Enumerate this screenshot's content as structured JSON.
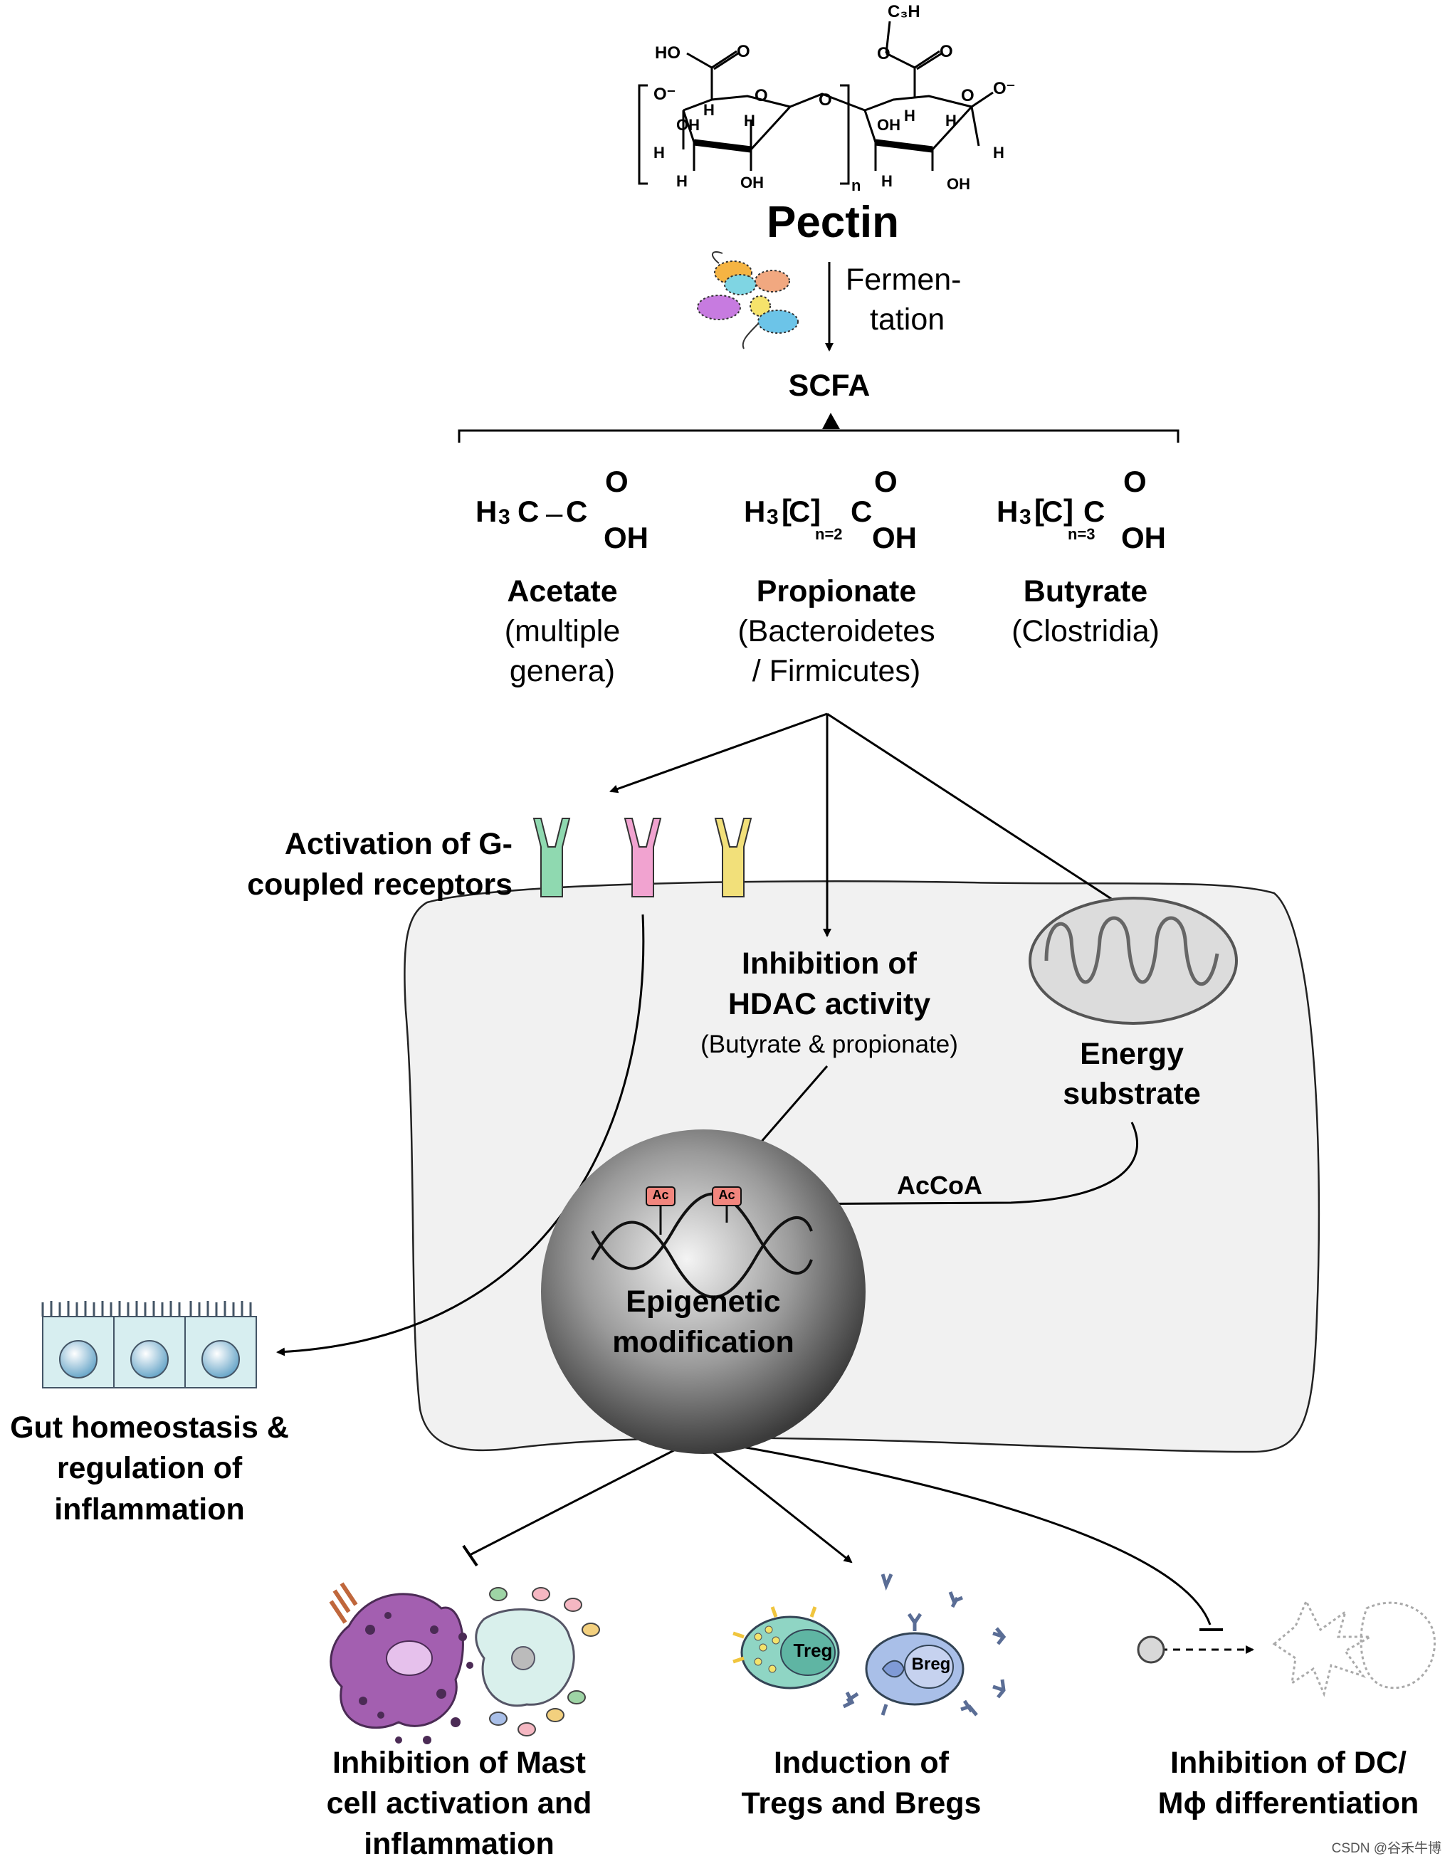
{
  "pectin": {
    "title": "Pectin",
    "structure_labels": {
      "ho": "HO",
      "o_dbl_left": "O",
      "c3h": "C₃H",
      "o_ester": "O",
      "o_dbl_right": "O",
      "o_minus_left": "O⁻",
      "o_ring_left": "O",
      "o_link": "O",
      "o_ring_right": "O",
      "o_minus_right": "O⁻",
      "h": "H",
      "oh": "OH",
      "n": "n"
    }
  },
  "fermentation": {
    "label_line1": "Fermen-",
    "label_line2": "tation"
  },
  "scfa": {
    "label": "SCFA"
  },
  "acids": [
    {
      "formula_h": "H",
      "formula_3": "3",
      "formula_c": "C",
      "formula_cc": "C",
      "o": "O",
      "oh": "OH",
      "subscript": "",
      "name": "Acetate",
      "source_line1": "(multiple",
      "source_line2": "genera)"
    },
    {
      "formula_h": "H",
      "formula_3": "3",
      "formula_c": "C",
      "formula_cc": "C",
      "o": "O",
      "oh": "OH",
      "subscript": "n=2",
      "name": "Propionate",
      "source_line1": "(Bacteroidetes",
      "source_line2": "/ Firmicutes)"
    },
    {
      "formula_h": "H",
      "formula_3": "3",
      "formula_c": "C",
      "formula_cc": "C",
      "o": "O",
      "oh": "OH",
      "subscript": "n=3",
      "name": "Butyrate",
      "source_line1": "(Clostridia)",
      "source_line2": ""
    }
  ],
  "receptors": {
    "label_line1": "Activation of G-",
    "label_line2": "coupled receptors",
    "colors": [
      "#8fd9b0",
      "#f1a3d0",
      "#f2e07a"
    ]
  },
  "hdac": {
    "line1": "Inhibition of",
    "line2": "HDAC activity",
    "note": "(Butyrate & propionate)"
  },
  "energy": {
    "line1": "Energy",
    "line2": "substrate"
  },
  "accoa": {
    "label": "AcCoA"
  },
  "nucleus": {
    "ac_tag": "Ac",
    "line1": "Epigenetic",
    "line2": "modification"
  },
  "gut": {
    "line1": "Gut homeostasis &",
    "line2": "regulation of",
    "line3": "inflammation"
  },
  "outcomes": [
    {
      "line1": "Inhibition of Mast",
      "line2": "cell activation and",
      "line3": "inflammation"
    },
    {
      "line1": "Induction of",
      "line2": "Tregs and Bregs",
      "line3": ""
    },
    {
      "line1": "Inhibition of DC/",
      "line2": "Mϕ differentiation",
      "line3": ""
    }
  ],
  "cells": {
    "treg": "Treg",
    "breg": "Breg"
  },
  "watermark": "CSDN @谷禾牛博",
  "colors": {
    "cell_fill": "#f1f1f1",
    "gut_fill": "#d7eef0",
    "ac_fill": "#f2867e",
    "mast_fill": "#a35fb0",
    "treg_fill": "#8fd5c4",
    "breg_fill": "#a9bfe8"
  }
}
